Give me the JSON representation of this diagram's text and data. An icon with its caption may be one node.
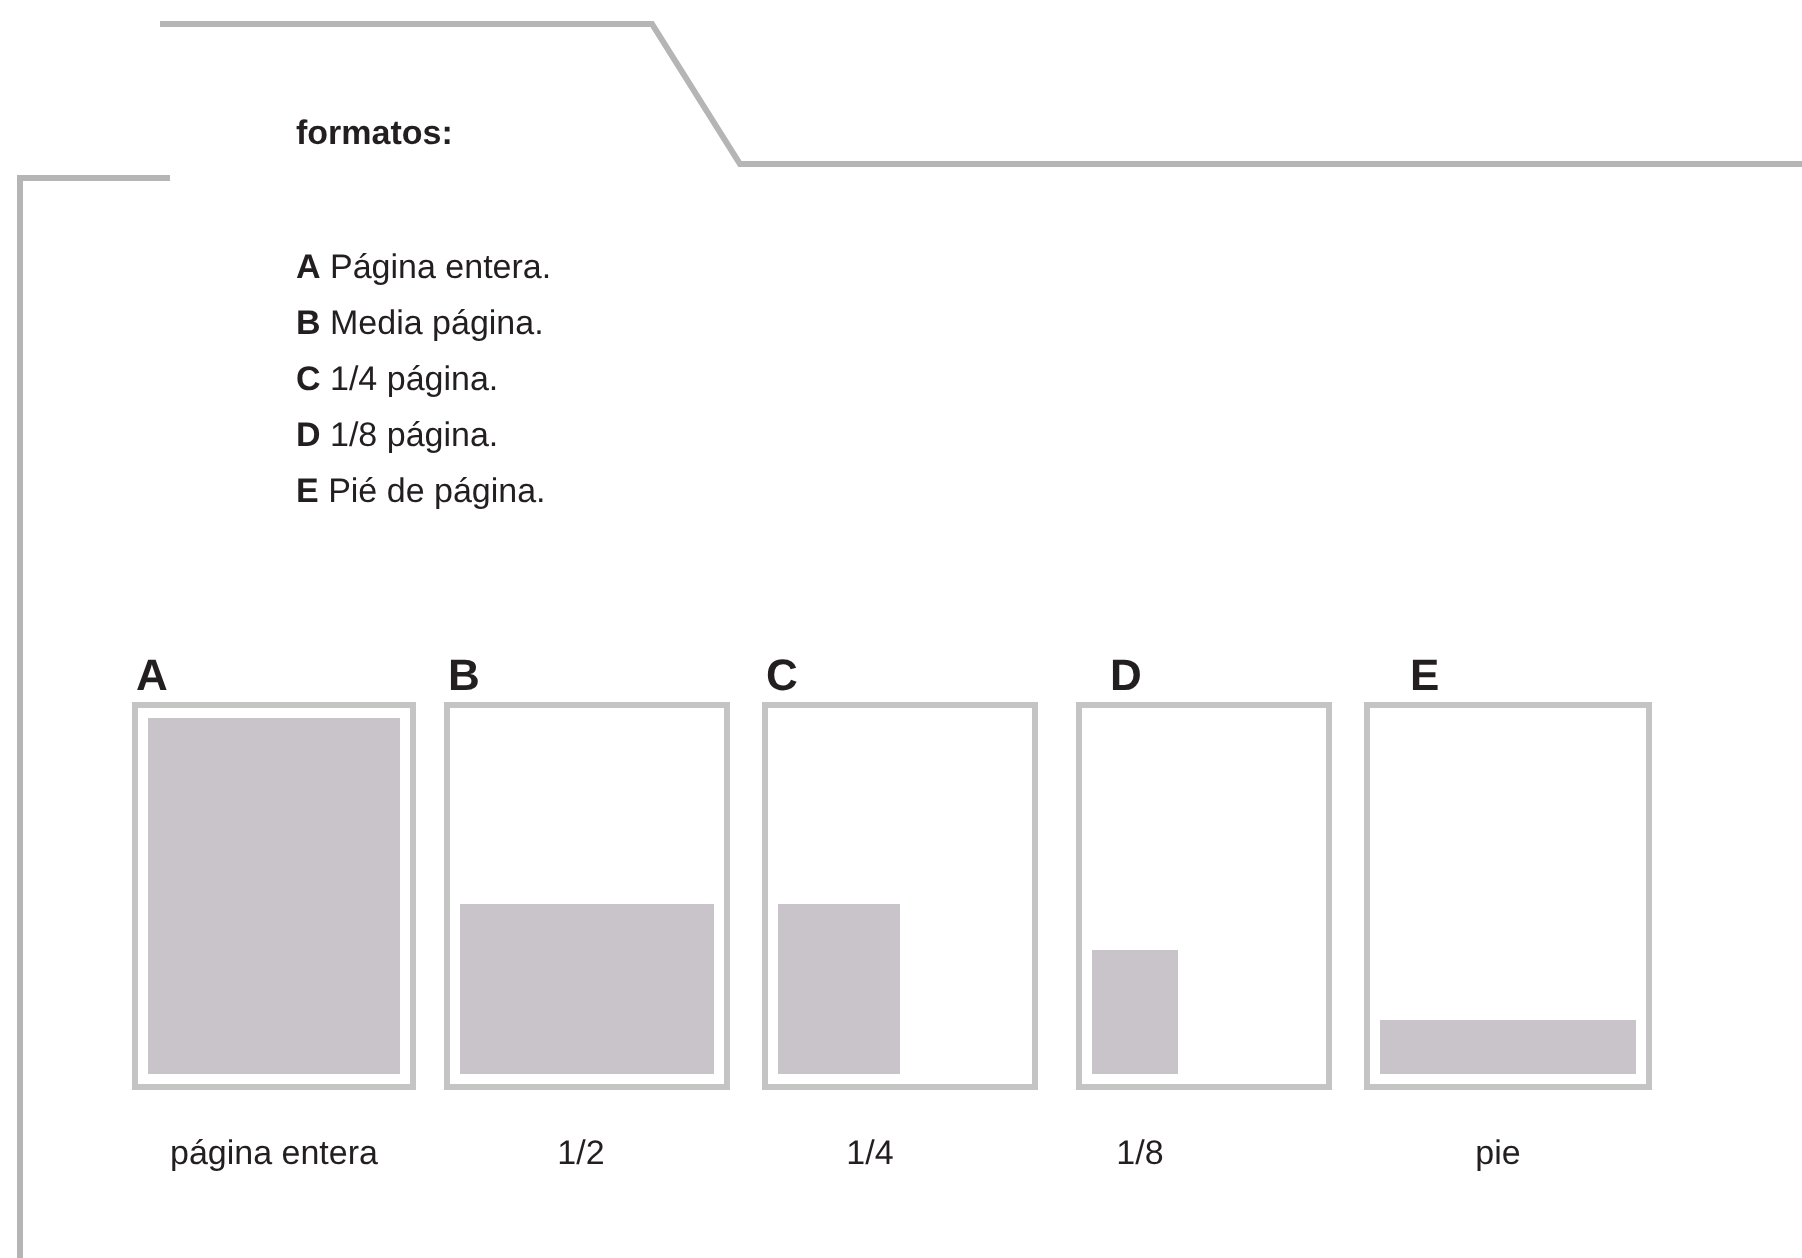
{
  "diagram": {
    "title": "formatos:",
    "nodes": [
      {
        "text": [
          "A"
        ],
        "beside": [
          "página entera"
        ]
      },
      {
        "text": [
          "B"
        ],
        "beside": [
          "1/2"
        ]
      },
      {
        "text": [
          "C"
        ],
        "beside": [
          "1/4"
        ]
      },
      {
        "text": [
          "D"
        ],
        "beside": [
          "1/8"
        ]
      },
      {
        "text": [
          "E"
        ],
        "beside": [
          "pie"
        ]
      }
    ],
    "edges": [],
    "labels": [
      "**A** Página entera.",
      "**B** Media página.",
      "**C** 1/4 página.",
      "**D** 1/8 página.",
      "**E** Pié de página."
    ]
  }
}
